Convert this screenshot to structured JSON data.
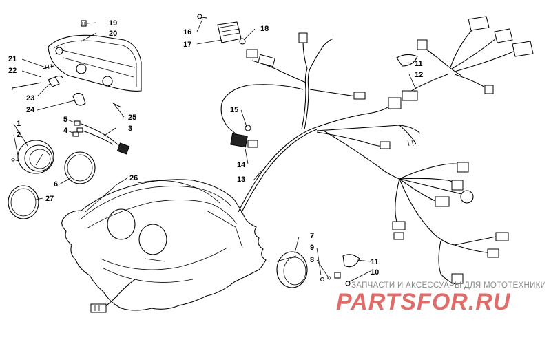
{
  "callouts": [
    {
      "id": "1",
      "text": "1"
    },
    {
      "id": "2",
      "text": "2"
    },
    {
      "id": "3",
      "text": "3"
    },
    {
      "id": "4a",
      "text": "4"
    },
    {
      "id": "4b",
      "text": "5"
    },
    {
      "id": "6",
      "text": "6"
    },
    {
      "id": "7",
      "text": "7"
    },
    {
      "id": "8",
      "text": "8"
    },
    {
      "id": "9",
      "text": "9"
    },
    {
      "id": "10",
      "text": "10"
    },
    {
      "id": "11a",
      "text": "11"
    },
    {
      "id": "11b",
      "text": "11"
    },
    {
      "id": "12",
      "text": "12"
    },
    {
      "id": "13",
      "text": "13"
    },
    {
      "id": "14",
      "text": "14"
    },
    {
      "id": "15",
      "text": "15"
    },
    {
      "id": "16",
      "text": "16"
    },
    {
      "id": "17",
      "text": "17"
    },
    {
      "id": "18",
      "text": "18"
    },
    {
      "id": "19",
      "text": "19"
    },
    {
      "id": "20",
      "text": "20"
    },
    {
      "id": "21",
      "text": "21"
    },
    {
      "id": "22",
      "text": "22"
    },
    {
      "id": "23",
      "text": "23"
    },
    {
      "id": "24",
      "text": "24"
    },
    {
      "id": "25",
      "text": "25"
    },
    {
      "id": "26",
      "text": "26"
    },
    {
      "id": "27",
      "text": "27"
    }
  ],
  "watermark": {
    "subtitle": "ЗАПЧАСТИ И АКСЕССУАРЫ ДЛЯ МОТОТЕХНИКИ",
    "brand": "PARTSFOR.RU",
    "color": "#d9534f"
  }
}
